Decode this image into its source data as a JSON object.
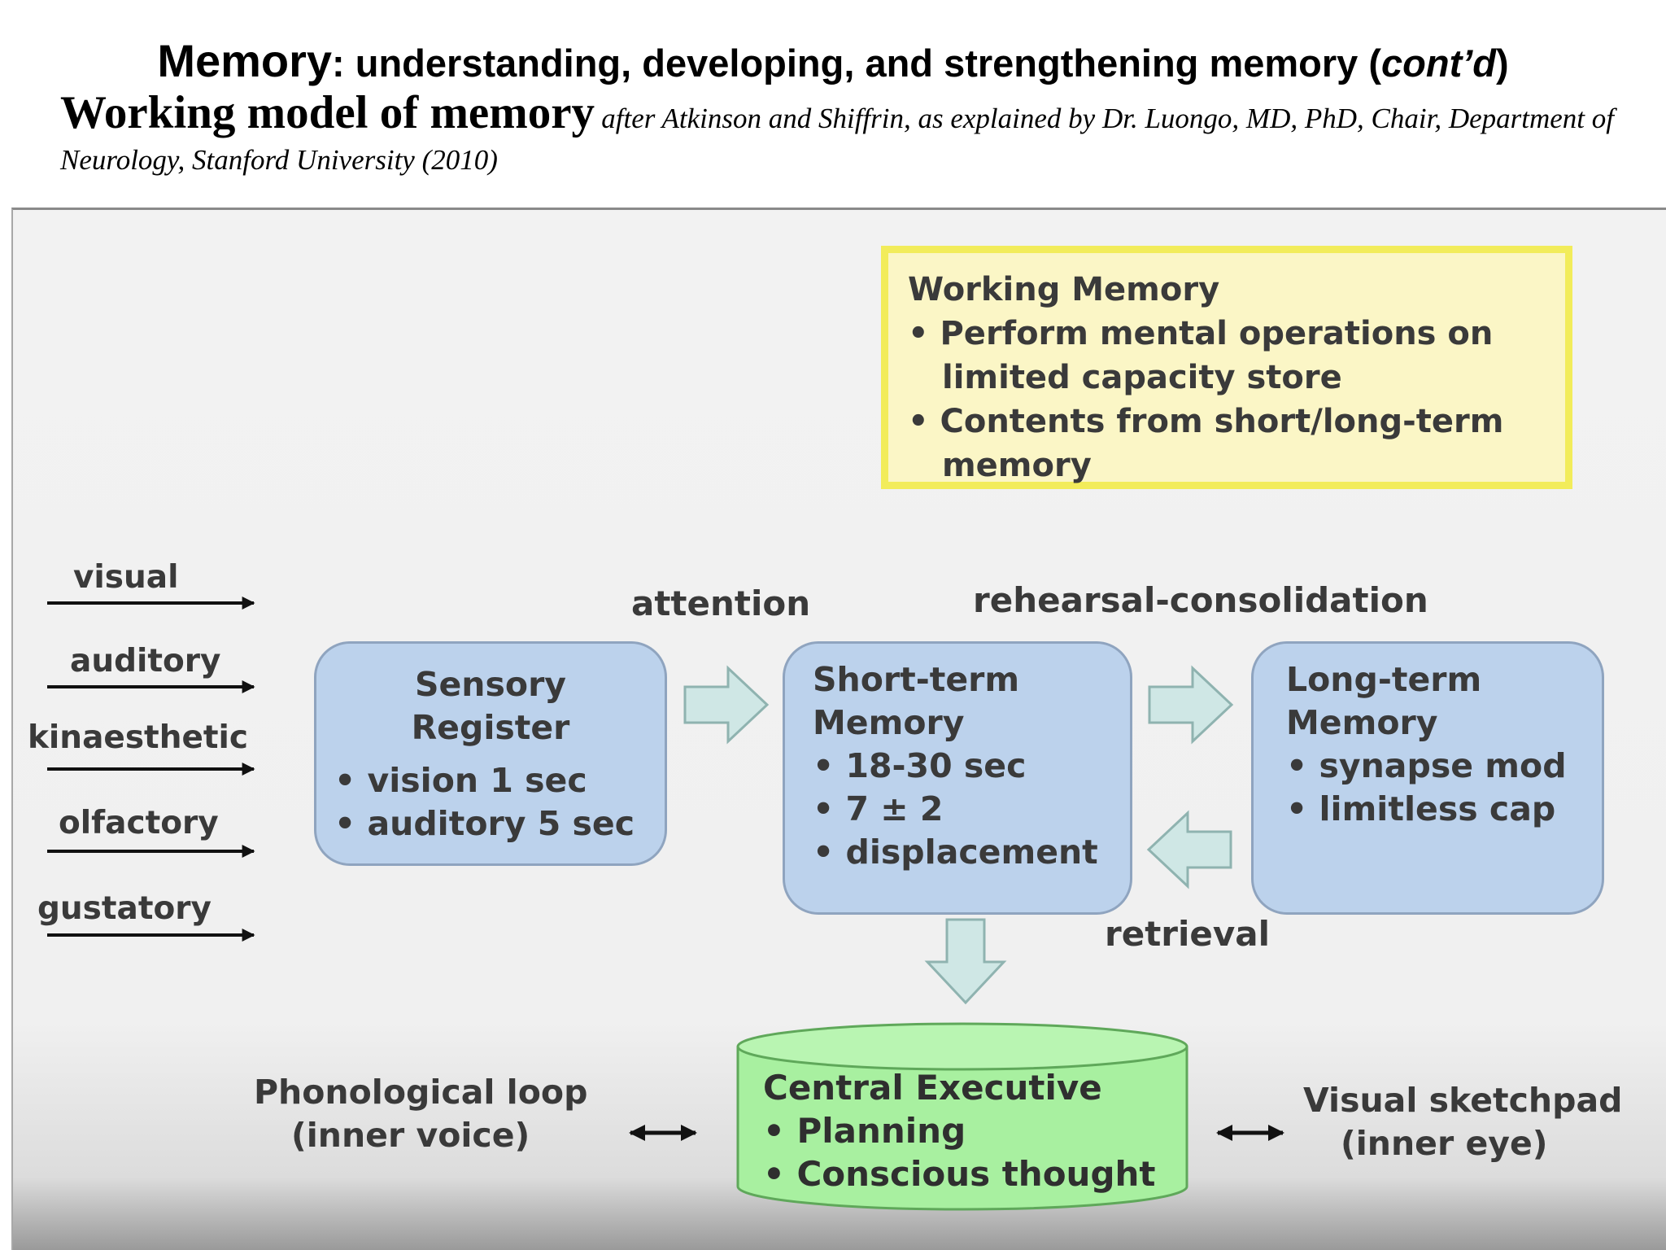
{
  "title": {
    "lead": "Memory",
    "rest": ": understanding, developing, and strengthening memory (",
    "italic": "cont’d",
    "close": ")"
  },
  "subtitle": {
    "lead": "Working model of memory",
    "credit": "after Atkinson and Shiffrin, as explained by Dr. Luongo, MD, PhD, Chair, Department of Neurology, Stanford University (2010)"
  },
  "working_memory": {
    "heading": "Working Memory",
    "bullets": [
      "• Perform mental operations on limited capacity store",
      "• Contents from short/long-term memory"
    ]
  },
  "senses": [
    "visual",
    "auditory",
    "kinaesthetic",
    "olfactory",
    "gustatory"
  ],
  "sensory_register": {
    "heading_line1": "Sensory",
    "heading_line2": "Register",
    "bullets": [
      "• vision 1 sec",
      "• auditory 5 sec"
    ]
  },
  "short_term": {
    "heading_line1": "Short-term",
    "heading_line2": "Memory",
    "bullets": [
      "• 18-30 sec",
      "• 7 ± 2",
      "• displacement"
    ]
  },
  "long_term": {
    "heading_line1": "Long-term",
    "heading_line2": "Memory",
    "bullets": [
      "• synapse mod",
      "• limitless cap"
    ]
  },
  "flows": {
    "attention": "attention",
    "rehearsal": "rehearsal-consolidation",
    "retrieval": "retrieval"
  },
  "central_executive": {
    "heading": "Central Executive",
    "bullets": [
      "• Planning",
      "• Conscious thought"
    ]
  },
  "phonological": {
    "line1": "Phonological loop",
    "line2": "(inner voice)"
  },
  "visual_sketchpad": {
    "line1": "Visual sketchpad",
    "line2": "(inner eye)"
  },
  "colors": {
    "store_fill": "#bcd2ec",
    "working_memory_fill": "#fbf6c6",
    "working_memory_border": "#f2ec5a",
    "central_executive_fill": "#a8f0a0",
    "arrow_fill": "#cfe7e5"
  }
}
